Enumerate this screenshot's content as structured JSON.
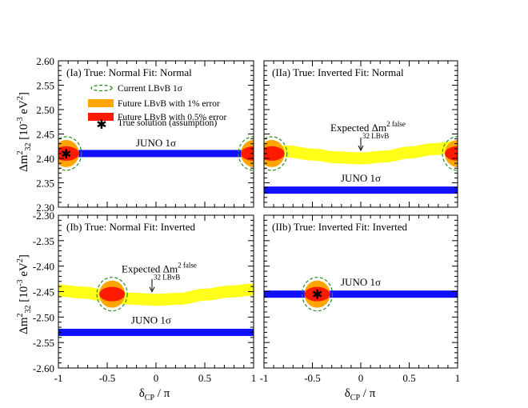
{
  "chart_data": {
    "type": "scatter",
    "x_axis_label": "δ",
    "x_axis_label_sub": "CP",
    "x_axis_label_tail": " / π",
    "y_axis_label_pre": "Δm",
    "y_axis_label_sup": "2",
    "y_axis_label_sub": "32",
    "y_axis_label_units": " [10",
    "y_axis_label_units_sup": "-3",
    "y_axis_label_units_tail": " eV",
    "y_axis_label_units_sup2": "2",
    "y_axis_label_units_close": "]",
    "x_ticks": [
      "-1",
      "-0.5",
      "0",
      "0.5",
      "1"
    ],
    "x_tick_values": [
      -1,
      -0.5,
      0,
      0.5,
      1
    ],
    "top_y_ticks": [
      "2.30",
      "2.35",
      "2.40",
      "2.45",
      "2.50",
      "2.55",
      "2.60"
    ],
    "top_y_tick_values": [
      2.3,
      2.35,
      2.4,
      2.45,
      2.5,
      2.55,
      2.6
    ],
    "bottom_y_ticks": [
      "-2.60",
      "-2.55",
      "-2.50",
      "-2.45",
      "-2.40",
      "-2.35",
      "-2.30"
    ],
    "bottom_y_tick_values": [
      -2.6,
      -2.55,
      -2.5,
      -2.45,
      -2.4,
      -2.35,
      -2.3
    ],
    "xlim": [
      -1,
      1
    ],
    "top_ylim": [
      2.3,
      2.6
    ],
    "bottom_ylim": [
      -2.6,
      -2.3
    ],
    "legend": {
      "placement": "top-left of panel Ia",
      "entries": [
        {
          "label": "Current LBvB 1σ",
          "style": "dashed-ellipse",
          "color": "#2e8b22"
        },
        {
          "label": "Future LBvB with 1% error",
          "style": "filled",
          "color": "#ffa500"
        },
        {
          "label": "Future LBvB with 0.5% error",
          "style": "filled",
          "color": "#ff1a00"
        },
        {
          "label": "True solution (assumption)",
          "style": "star",
          "color": "#000000"
        }
      ]
    },
    "colors": {
      "juno_band": "#1010ff",
      "expected_band": "#ffff1a",
      "one_percent": "#ffa500",
      "half_percent": "#ff1a00",
      "current_dashed": "#2e8b22"
    },
    "panels": [
      {
        "id": "Ia",
        "title": "(Ia) True: Normal  Fit: Normal",
        "ylim": [
          2.3,
          2.6
        ],
        "juno": {
          "label": "JUNO 1σ",
          "value": 2.41,
          "label_x": 0.0,
          "label_y": 2.415
        },
        "expected": null,
        "ellipses": [
          {
            "x": -0.92,
            "y": 2.41,
            "star": true
          },
          {
            "x": 1.0,
            "y": 2.41,
            "star": false
          }
        ]
      },
      {
        "id": "IIa",
        "title": "(IIa) True: Inverted  Fit: Normal",
        "ylim": [
          2.3,
          2.6
        ],
        "juno": {
          "label": "JUNO 1σ",
          "value": 2.335,
          "label_x": 0.0,
          "label_y": 2.343
        },
        "expected": {
          "label": "Expected Δm",
          "label_sup": "2 false",
          "label_sub": "32 LBvB",
          "x": [
            -1,
            -0.75,
            -0.5,
            -0.25,
            0,
            0.25,
            0.5,
            0.75,
            1
          ],
          "y": [
            2.418,
            2.414,
            2.408,
            2.402,
            2.4,
            2.404,
            2.412,
            2.419,
            2.424
          ]
        },
        "ellipses": [
          {
            "x": -0.92,
            "y": 2.41,
            "star": false
          },
          {
            "x": 1.0,
            "y": 2.41,
            "star": false
          }
        ]
      },
      {
        "id": "Ib",
        "title": "(Ib) True: Normal  Fit: Inverted",
        "ylim": [
          -2.6,
          -2.3
        ],
        "juno": {
          "label": "JUNO 1σ",
          "value": -2.53,
          "label_x": -0.05,
          "label_y": -2.522
        },
        "expected": {
          "label": "Expected Δm",
          "label_sup": "2 false",
          "label_sub": "32 LBvB",
          "x": [
            -1,
            -0.75,
            -0.5,
            -0.25,
            0,
            0.25,
            0.5,
            0.75,
            1
          ],
          "y": [
            -2.448,
            -2.452,
            -2.458,
            -2.464,
            -2.466,
            -2.464,
            -2.456,
            -2.45,
            -2.446
          ]
        },
        "ellipses": [
          {
            "x": -0.45,
            "y": -2.455,
            "star": false
          }
        ]
      },
      {
        "id": "IIb",
        "title": "(IIb) True: Inverted  Fit: Inverted",
        "ylim": [
          -2.6,
          -2.3
        ],
        "juno": {
          "label": "JUNO 1σ",
          "value": -2.455,
          "label_x": 0.0,
          "label_y": -2.448
        },
        "expected": null,
        "ellipses": [
          {
            "x": -0.45,
            "y": -2.455,
            "star": true
          }
        ]
      }
    ]
  }
}
